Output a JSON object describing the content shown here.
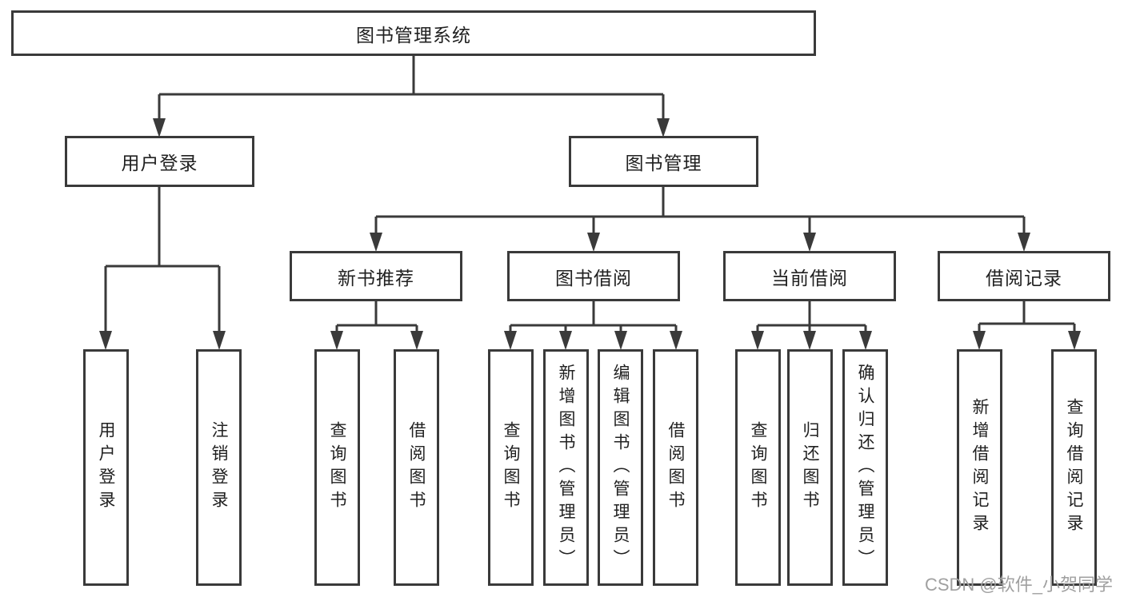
{
  "diagram": {
    "title": "图书管理系统",
    "level2": [
      {
        "label": "用户登录"
      },
      {
        "label": "图书管理"
      }
    ],
    "level3": [
      {
        "label": "新书推荐"
      },
      {
        "label": "图书借阅"
      },
      {
        "label": "当前借阅"
      },
      {
        "label": "借阅记录"
      }
    ],
    "leaves": [
      {
        "label": "用户登录"
      },
      {
        "label": "注销登录"
      },
      {
        "label": "查询图书"
      },
      {
        "label": "借阅图书"
      },
      {
        "label": "查询图书"
      },
      {
        "label": "新增图书（管理员）"
      },
      {
        "label": "编辑图书（管理员）"
      },
      {
        "label": "借阅图书"
      },
      {
        "label": "查询图书"
      },
      {
        "label": "归还图书"
      },
      {
        "label": "确认归还（管理员）"
      },
      {
        "label": "新增借阅记录"
      },
      {
        "label": "查询借阅记录"
      }
    ],
    "watermark": "CSDN @软件_小贺同学"
  },
  "colors": {
    "line": "#3a3a3a",
    "text": "#212121",
    "watermark": "#a0a0a0",
    "background": "#ffffff"
  }
}
